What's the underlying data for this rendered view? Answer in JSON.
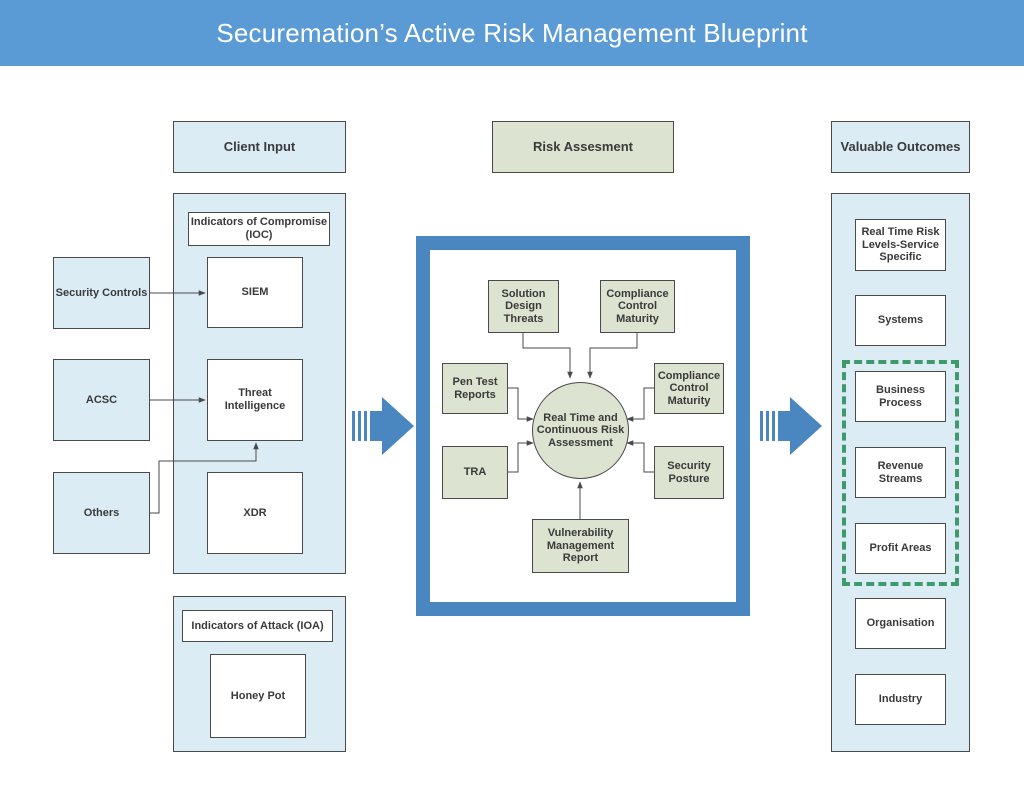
{
  "title": "Securemation’s Active Risk Management Blueprint",
  "columns": {
    "client_input": {
      "header": "Client Input",
      "sources": [
        "Security Controls",
        "ACSC",
        "Others"
      ],
      "ioc_label": "Indicators of Compromise (IOC)",
      "ioc_items": [
        "SIEM",
        "Threat Intelligence",
        "XDR"
      ],
      "ioa_label": "Indicators of Attack (IOA)",
      "ioa_items": [
        "Honey Pot"
      ]
    },
    "risk_assessment": {
      "header": "Risk Assesment",
      "center": "Real Time and Continuous Risk Assessment",
      "inputs": [
        "Solution Design Threats",
        "Compliance Control Maturity",
        "Pen Test Reports",
        "Compliance Control Maturity",
        "TRA",
        "Security Posture",
        "Vulnerability Management Report"
      ]
    },
    "valuable_outcomes": {
      "header": "Valuable Outcomes",
      "items": [
        "Real Time Risk Levels-Service Specific",
        "Systems",
        "Business Process",
        "Revenue Streams",
        "Profit Areas",
        "Organisation",
        "Industry"
      ]
    }
  },
  "colors": {
    "banner": "#5b9bd5",
    "panel_blue": "#dbecf4",
    "panel_green": "#dce3d1",
    "frame_blue": "#4a86c0",
    "dashed_green": "#3e9a6b"
  }
}
